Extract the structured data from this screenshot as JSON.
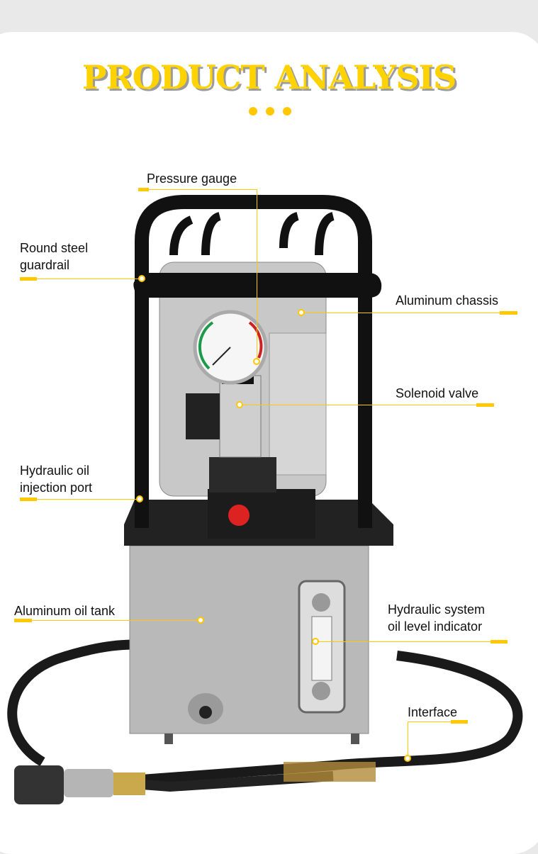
{
  "title": "PRODUCT ANALYSIS",
  "labels": {
    "pressure_gauge": "Pressure gauge",
    "guardrail_1": "Round steel",
    "guardrail_2": "guardrail",
    "chassis": "Aluminum chassis",
    "solenoid": "Solenoid valve",
    "injection_1": "Hydraulic oil",
    "injection_2": "injection port",
    "tank": "Aluminum oil tank",
    "indicator_1": "Hydraulic system",
    "indicator_2": "oil level indicator",
    "interface": "Interface"
  },
  "colors": {
    "accent": "#ffc800",
    "title": "#ffd200"
  }
}
